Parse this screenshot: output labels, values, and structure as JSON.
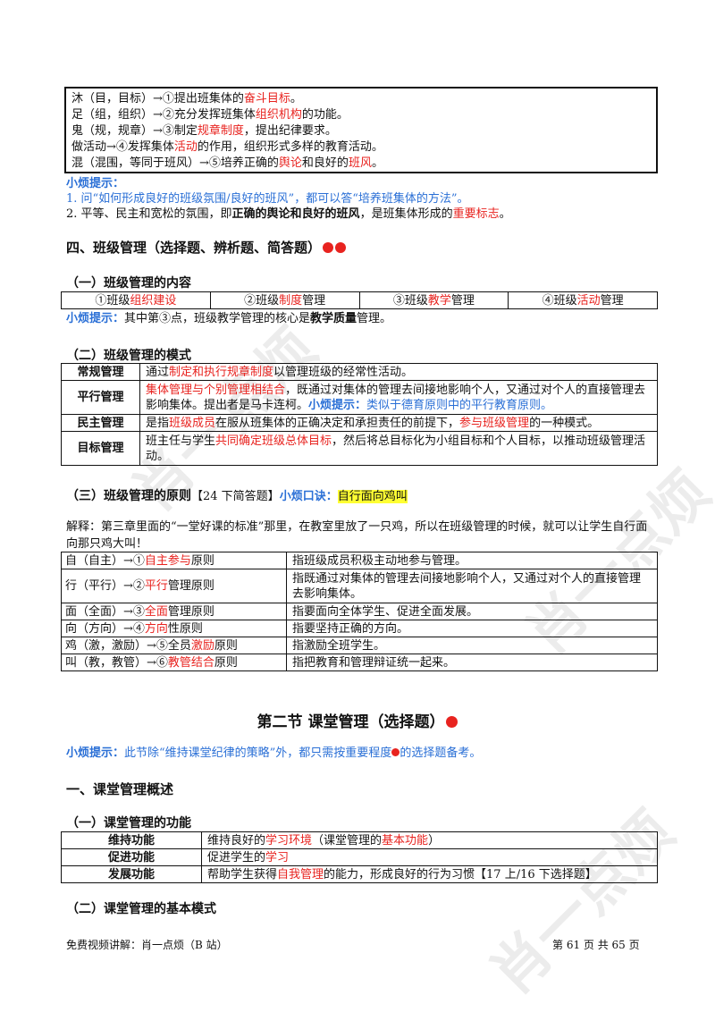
{
  "memory_box": {
    "l1": [
      "沐（目，目标）→①提出班集体的",
      "奋斗目标",
      "。"
    ],
    "l2": [
      "足（组，组织）→②充分发挥班集体",
      "组织机构",
      "的功能。"
    ],
    "l3": [
      "鬼（规，规章）→③制定",
      "规章制度",
      "，提出纪律要求。"
    ],
    "l4": [
      "做活动→④发挥集体",
      "活动",
      "的作用，组织形式多样的教育活动。"
    ],
    "l5": [
      "混（混围，等同于班风）→⑤培养正确的",
      "舆论",
      "和良好的",
      "班风",
      "。"
    ]
  },
  "tip1": {
    "title": "小烦提示：",
    "p1": "1.  问“如何形成良好的班级氛围/良好的班风”，都可以答“培养班集体的方法”。",
    "p2_a": "2.  平等、民主和宽松的氛围，即",
    "p2_b": "正确的舆论和良好的班风",
    "p2_c": "，是班集体形成的",
    "p2_d": "重要标志",
    "p2_e": "。"
  },
  "sec4_title": "四、班级管理（选择题、辨析题、简答题）",
  "sub1": {
    "title": "（一）班级管理的内容",
    "cells": [
      [
        "①班级",
        "组织建设",
        ""
      ],
      [
        "②班级",
        "制度",
        "管理"
      ],
      [
        "③班级",
        "教学",
        "管理"
      ],
      [
        "④班级",
        "活动",
        "管理"
      ]
    ],
    "tip_label": "小烦提示：",
    "tip_a": "其中第③点，班级教学管理的核心是",
    "tip_b": "教学质量",
    "tip_c": "管理。"
  },
  "sub2": {
    "title": "（二）班级管理的模式",
    "rows": [
      {
        "name": "常规管理",
        "t": [
          "通过",
          "制定和执行规章制度",
          "以管理班级的经常性活动。"
        ]
      },
      {
        "name": "平行管理",
        "t": [
          "集体管理与个别管理相结合",
          "，既通过对集体的管理去间接地影响个人，又通过对个人的直接管理去影响集体。提出者是马卡连柯。",
          "小烦提示：",
          "类似于德育原则中的平行教育原则。"
        ]
      },
      {
        "name": "民主管理",
        "t": [
          "是指",
          "班级成员",
          "在服从班集体的正确决定和承担责任的前提下，",
          "参与班级管理",
          "的一种模式。"
        ]
      },
      {
        "name": "目标管理",
        "t": [
          "班主任与学生",
          "共同确定班级总体目标",
          "，然后将总目标化为小组目标和个人目标，以推动班级管理活动。"
        ]
      }
    ]
  },
  "sub3": {
    "title": "（三）班级管理的原则",
    "tag": "【24 下简答题】",
    "mnemo_label": "小烦口诀：",
    "mnemo": "自行面向鸡叫",
    "explain": "解释：第三章里面的“一堂好课的标准”那里，在教室里放了一只鸡，所以在班级管理的时候，就可以让学生自行面向那只鸡大叫！",
    "rows": [
      {
        "l": [
          "自（自主）→①",
          "自主参与",
          "原则"
        ],
        "r": "指班级成员积极主动地参与管理。"
      },
      {
        "l": [
          "行（平行）→②",
          "平行",
          "管理原则"
        ],
        "r": "指既通过对集体的管理去间接地影响个人，又通过对个人的直接管理去影响集体。"
      },
      {
        "l": [
          "面（全面）→③",
          "全面",
          "管理原则"
        ],
        "r": "指要面向全体学生、促进全面发展。"
      },
      {
        "l": [
          "向（方向）→④",
          "方向",
          "性原则"
        ],
        "r": "指要坚持正确的方向。"
      },
      {
        "l": [
          "鸡（激，激励）→⑤全员",
          "激励",
          "原则"
        ],
        "r": "指激励全班学生。"
      },
      {
        "l": [
          "叫（教，教管）→⑥",
          "教管结合",
          "原则"
        ],
        "r": "指把教育和管理辩证统一起来。"
      }
    ]
  },
  "section2": {
    "title": "第二节  课堂管理（选择题）",
    "tip_label": "小烦提示：",
    "tip_a": "此节除“维持课堂纪律的策略”外，都只需按重要程度",
    "tip_b": "的选择题备考。"
  },
  "ch1_title": "一、课堂管理概述",
  "func": {
    "title": "（一）课堂管理的功能",
    "rows": [
      {
        "name": "维持功能",
        "t": [
          "维持良好的",
          "学习环境",
          "（课堂管理的",
          "基本功能",
          "）"
        ]
      },
      {
        "name": "促进功能",
        "t": [
          "促进学生的",
          "学习",
          ""
        ]
      },
      {
        "name": "发展功能",
        "t": [
          "帮助学生获得",
          "自我管理",
          "的能力，形成良好的行为习惯【17 上/16 下选择题】"
        ]
      }
    ]
  },
  "basic_title": "（二）课堂管理的基本模式",
  "footer": {
    "left": "免费视频讲解：肖一点烦（B 站）",
    "right": "第 61 页 共 65 页"
  },
  "watermark": "肖一点烦",
  "colors": {
    "accent_red": "#e8231f",
    "accent_blue": "#2a6fd6",
    "highlight": "#ffff33"
  }
}
